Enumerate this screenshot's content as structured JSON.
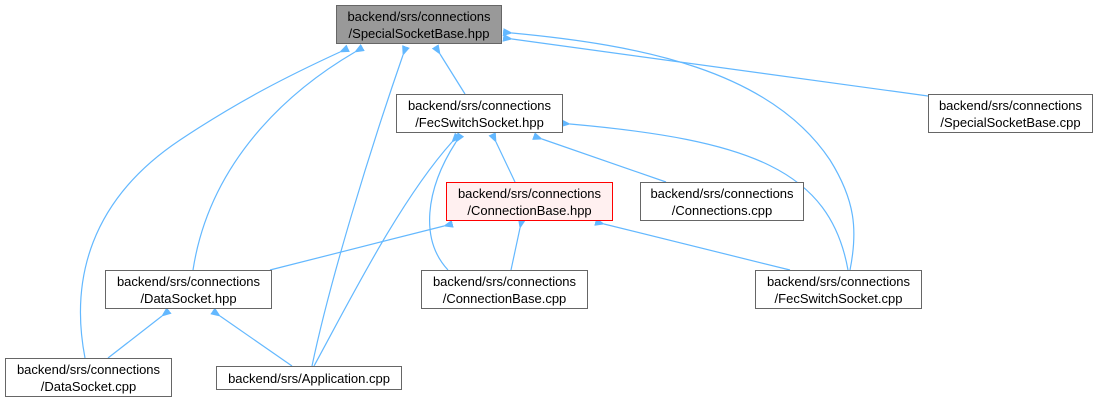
{
  "colors": {
    "edge": "#63b8ff",
    "root_fill": "#999999",
    "highlight_border": "#ff0000",
    "highlight_fill": "#fff0f0"
  },
  "nodes": {
    "special_hpp": {
      "line1": "backend/srs/connections",
      "line2": "/SpecialSocketBase.hpp"
    },
    "fec_hpp": {
      "line1": "backend/srs/connections",
      "line2": "/FecSwitchSocket.hpp"
    },
    "special_cpp": {
      "line1": "backend/srs/connections",
      "line2": "/SpecialSocketBase.cpp"
    },
    "connbase_hpp": {
      "line1": "backend/srs/connections",
      "line2": "/ConnectionBase.hpp"
    },
    "connections_cpp": {
      "line1": "backend/srs/connections",
      "line2": "/Connections.cpp"
    },
    "datasocket_hpp": {
      "line1": "backend/srs/connections",
      "line2": "/DataSocket.hpp"
    },
    "connbase_cpp": {
      "line1": "backend/srs/connections",
      "line2": "/ConnectionBase.cpp"
    },
    "fec_cpp": {
      "line1": "backend/srs/connections",
      "line2": "/FecSwitchSocket.cpp"
    },
    "datasocket_cpp": {
      "line1": "backend/srs/connections",
      "line2": "/DataSocket.cpp"
    },
    "application_cpp": {
      "line1": "backend/srs/Application.cpp"
    }
  }
}
